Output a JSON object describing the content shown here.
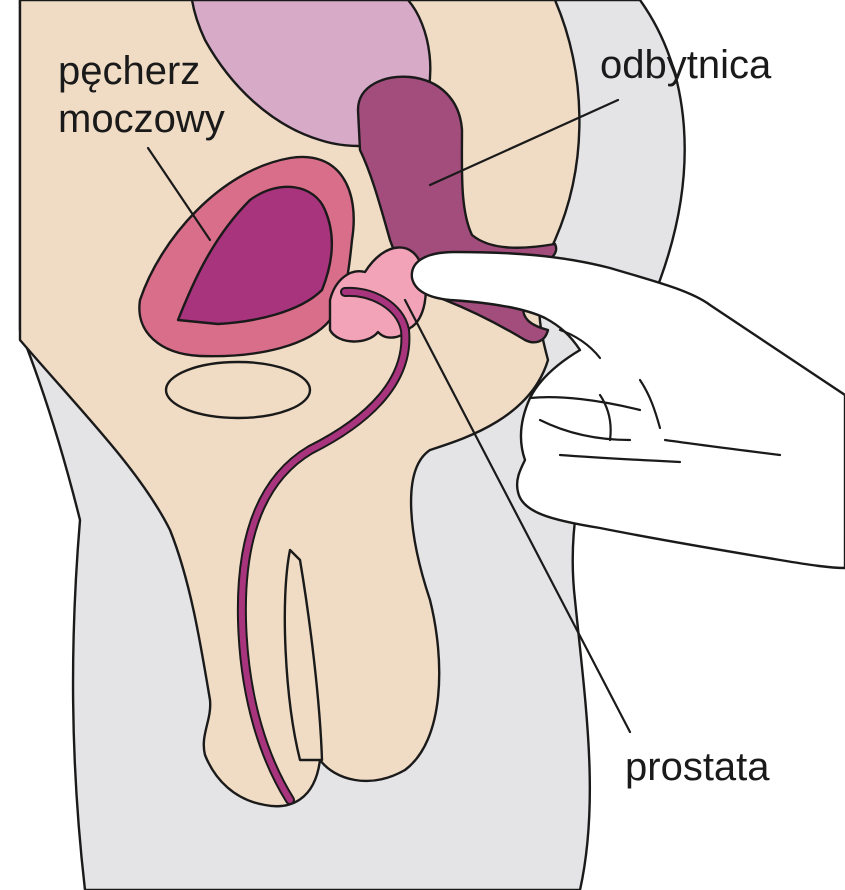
{
  "labels": {
    "bladder": "pęcherz",
    "bladder_line2": "moczowy",
    "rectum": "odbytnica",
    "prostate": "prostata"
  },
  "colors": {
    "background": "#ffffff",
    "outer_body": "#e4e4e6",
    "skin": "#f0dcc4",
    "intestine": "#d7aac8",
    "rectum": "#a24d7c",
    "bladder_wall": "#d96e8a",
    "bladder_lumen": "#a8347e",
    "prostate": "#f2a3b8",
    "urethra": "#a8347e",
    "hand": "#ffffff",
    "outline": "#1a1a1a"
  }
}
